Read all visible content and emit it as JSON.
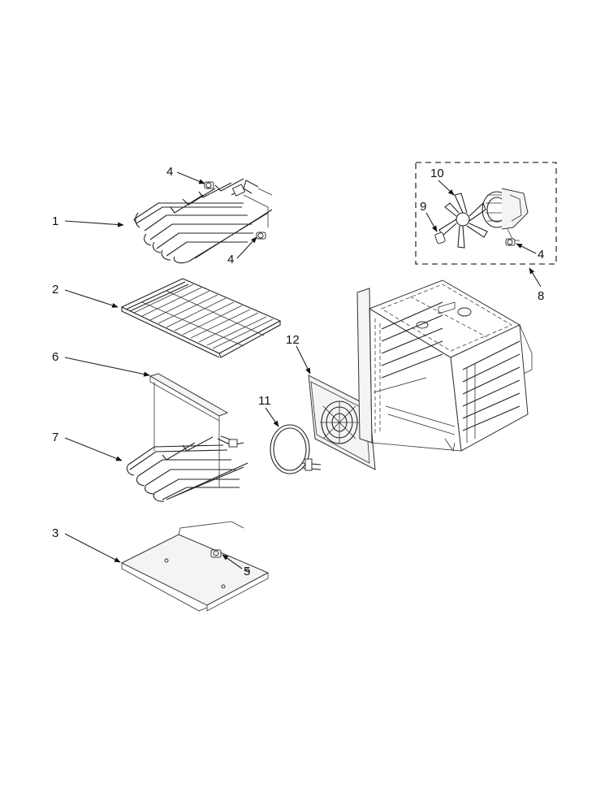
{
  "callouts": {
    "c1": "1",
    "c2": "2",
    "c3": "3",
    "c4a": "4",
    "c4b": "4",
    "c4c": "4",
    "c5": "5",
    "c6": "6",
    "c7": "7",
    "c8": "8",
    "c9": "9",
    "c10": "10",
    "c11": "11",
    "c12": "12"
  }
}
